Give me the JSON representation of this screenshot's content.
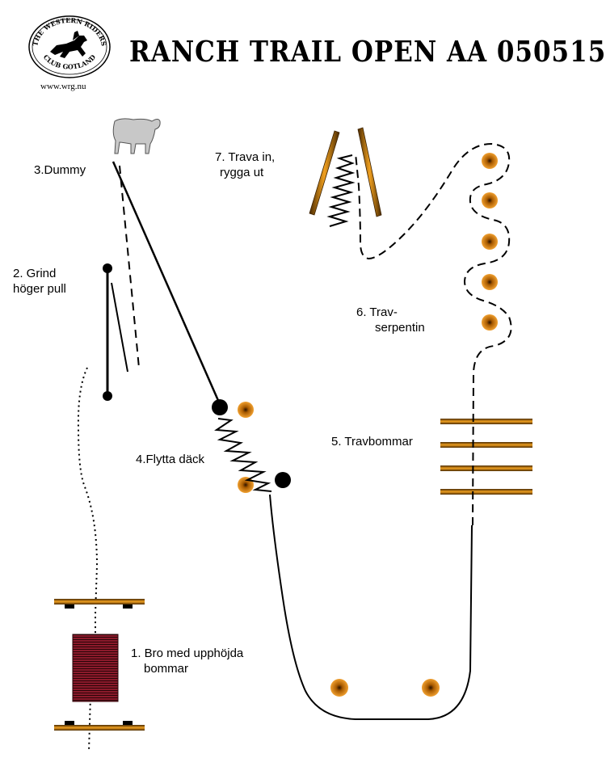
{
  "title": "RANCH TRAIL OPEN AA 050515",
  "logo": {
    "text_top": "THE WESTERN RIDERS",
    "text_bottom": "CLUB GOTLAND",
    "url": "www.wrg.nu"
  },
  "obstacles": {
    "bridge": [
      "1. Bro med upphöjda",
      "bommar"
    ],
    "gate": [
      "2. Grind",
      "höger pull"
    ],
    "dummy": [
      "3.Dummy"
    ],
    "tires": [
      "4.Flytta däck"
    ],
    "trot_poles": [
      "5. Travbommar"
    ],
    "serpentine": [
      "6. Trav-",
      "serpentin"
    ],
    "trot_in": [
      "7. Trava in,",
      "rygga ut"
    ]
  },
  "colors": {
    "pole": "#d98c10",
    "bridge_deck": "#8b1a2b",
    "line": "#000000",
    "sheep": "#c8c8c8"
  }
}
